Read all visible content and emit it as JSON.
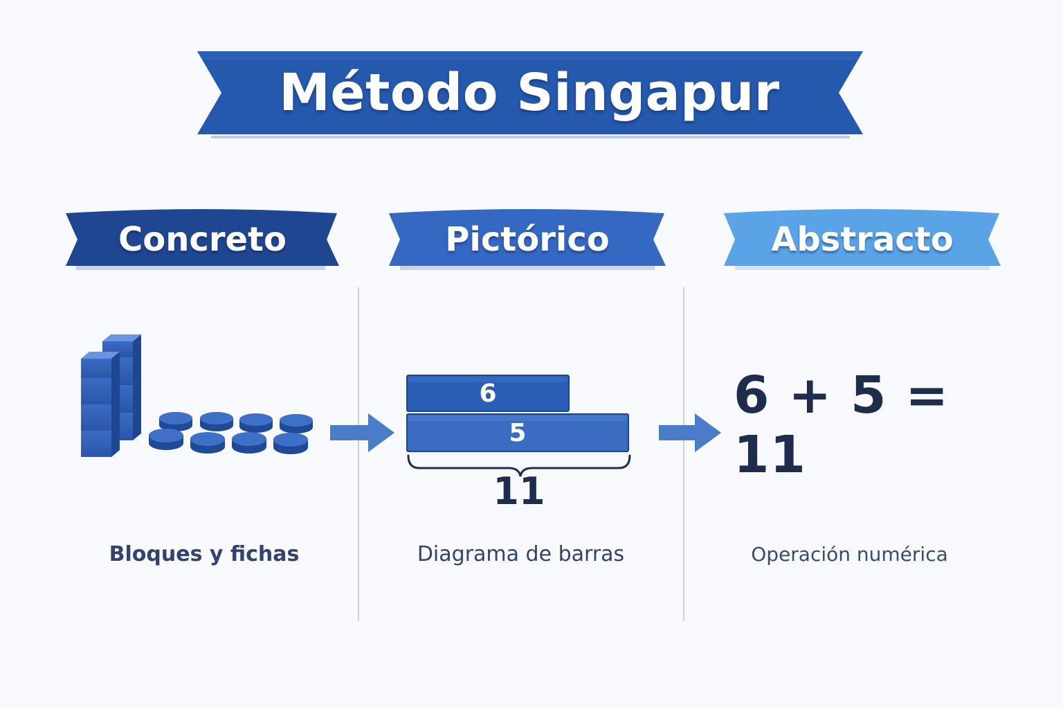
{
  "title": "Método Singapur",
  "stages": [
    {
      "label": "Concreto",
      "caption": "Bloques y fichas",
      "color": "#1f4691"
    },
    {
      "label": "Pictórico",
      "caption": "Diagrama de barras",
      "color": "#3468c2"
    },
    {
      "label": "Abstracto",
      "caption": "Operación numérica",
      "color": "#5aa3e6"
    }
  ],
  "bar_model": {
    "top_value": "6",
    "bottom_value": "5",
    "total": "11"
  },
  "equation": "6 + 5 = 11",
  "colors": {
    "title_banner": "#2559ae",
    "block_blue": "#2f5fb8",
    "arrow": "#4a7cc8",
    "text_dark": "#1f2d4d",
    "caption_text": "#33436b"
  }
}
